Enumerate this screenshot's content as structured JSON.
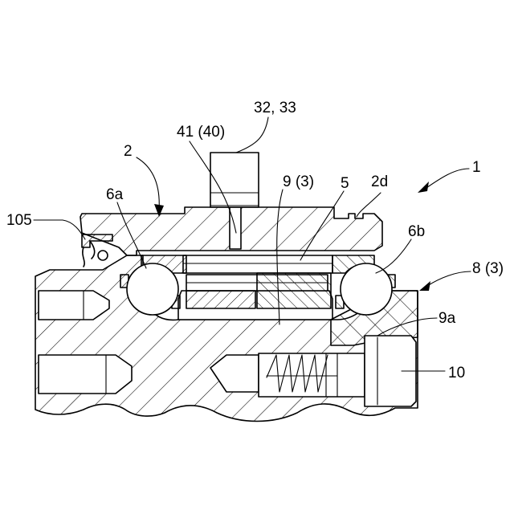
{
  "labels": {
    "assembly": "1",
    "upper_housing": "2",
    "housing_groove": "2d",
    "inner_ring": "5",
    "bearing_left": "6a",
    "bearing_right": "6b",
    "lower_housing": "8 (3)",
    "inner_member": "9 (3)",
    "inner_member_face": "9a",
    "bolt": "10",
    "shaft": "32, 33",
    "pin": "41 (40)",
    "seal": "105"
  }
}
